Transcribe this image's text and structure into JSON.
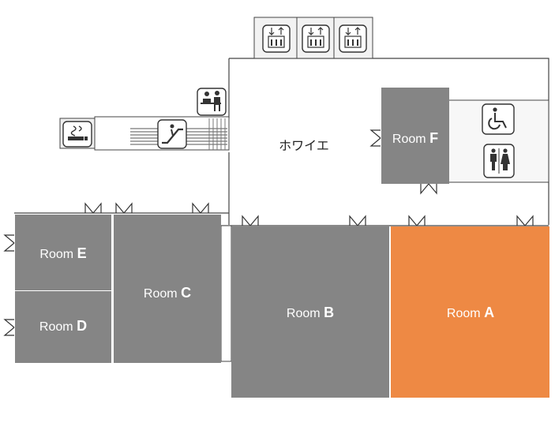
{
  "foyer": {
    "label": "ホワイエ"
  },
  "rooms": [
    {
      "id": "A",
      "prefix": "Room",
      "letter": "A",
      "color": "#ee8944",
      "highlighted": true
    },
    {
      "id": "B",
      "prefix": "Room",
      "letter": "B",
      "color": "#858585"
    },
    {
      "id": "C",
      "prefix": "Room",
      "letter": "C",
      "color": "#858585"
    },
    {
      "id": "D",
      "prefix": "Room",
      "letter": "D",
      "color": "#858585"
    },
    {
      "id": "E",
      "prefix": "Room",
      "letter": "E",
      "color": "#858585"
    },
    {
      "id": "F",
      "prefix": "Room",
      "letter": "F",
      "color": "#858585"
    }
  ],
  "facilities": {
    "elevators": [
      "elevator-icon",
      "elevator-icon",
      "elevator-icon"
    ],
    "reception": "reception-icon",
    "smoking": "smoking-area-icon",
    "escalator": "escalator-icon",
    "accessible_toilet": "wheelchair-icon",
    "restroom": "restroom-icon"
  },
  "colors": {
    "highlight": "#ee8944",
    "room": "#858585",
    "wall": "#444444",
    "background": "#ffffff"
  }
}
